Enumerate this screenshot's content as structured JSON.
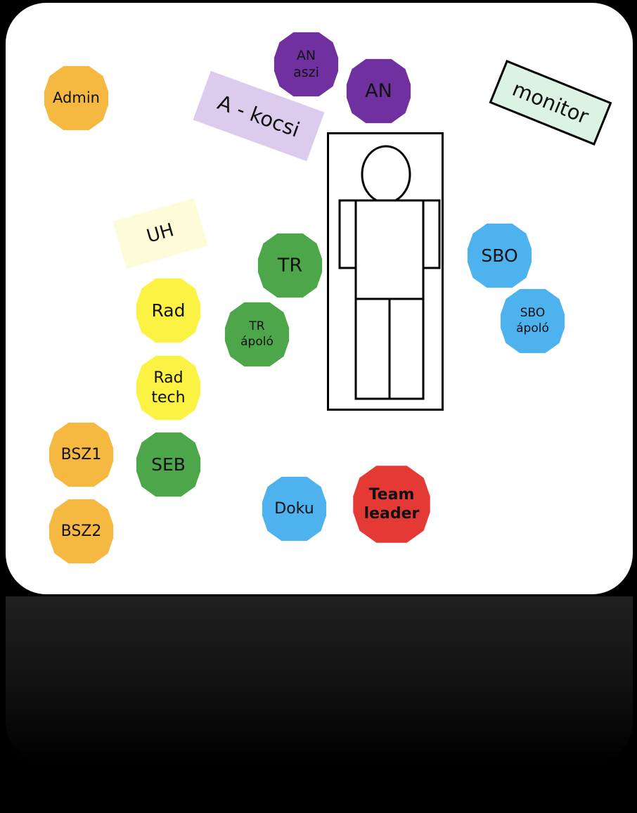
{
  "colors": {
    "orange": "#f5b942",
    "purple": "#7030a0",
    "green": "#4ea64a",
    "yellow": "#fbf244",
    "blue": "#4db2ee",
    "red": "#e53935",
    "lavender": "#dccbec",
    "pale_yellow": "#fdfbd8",
    "mint": "#dcf2e2"
  },
  "roles": {
    "admin": "Admin",
    "an_aszi": "AN\naszi",
    "an": "AN",
    "tr": "TR",
    "tr_apolo": "TR\nápoló",
    "sbo": "SBO",
    "sbo_apolo": "SBO\nápoló",
    "rad": "Rad",
    "rad_tech": "Rad\ntech",
    "bsz1": "BSZ1",
    "bsz2": "BSZ2",
    "seb": "SEB",
    "doku": "Doku",
    "team_leader": "Team\nleader"
  },
  "equipment": {
    "a_kocsi": "A - kocsi",
    "uh": "UH",
    "monitor": "monitor"
  },
  "figure": {
    "icon": "patient-on-bed-icon"
  }
}
